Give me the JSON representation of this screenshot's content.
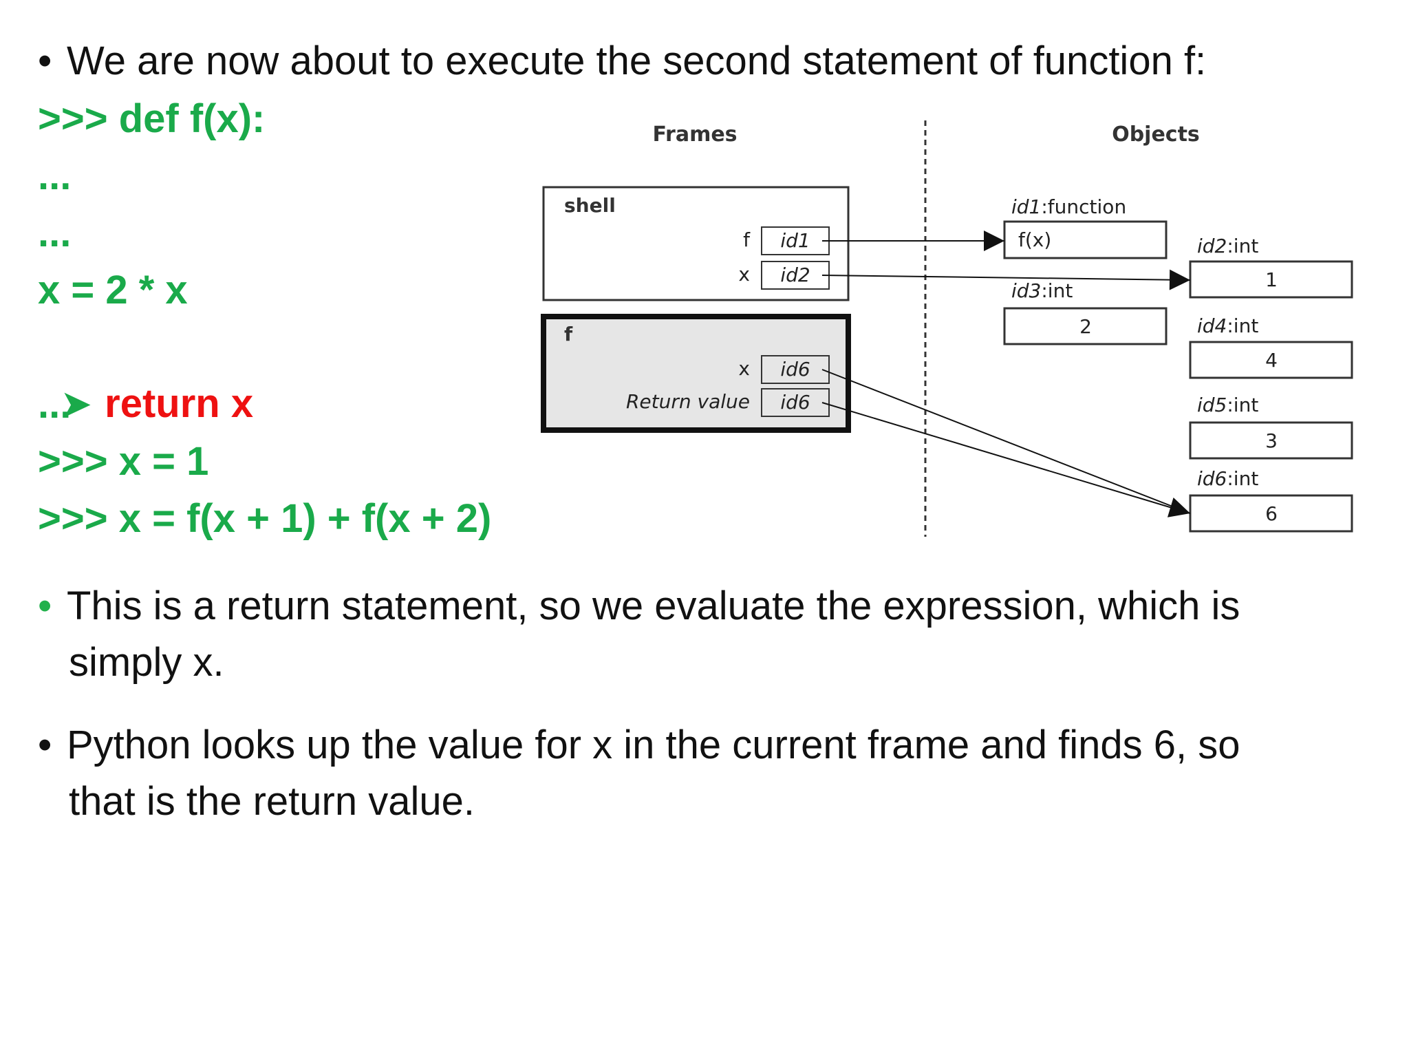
{
  "bullets": {
    "intro": "We are now about to execute the second statement of function f:",
    "return_stmt_1": "This is a return statement, so we evaluate the expression, which is",
    "return_stmt_2": "simply x.",
    "lookup_1": "Python looks up the value for x in the current frame and finds 6, so",
    "lookup_2": "that is the return value."
  },
  "bullet_glyph": "•",
  "code": {
    "line1": ">>> def f(x):",
    "line2": "...",
    "line3": "...",
    "line4": "x = 2 * x",
    "current_marker": "➤",
    "line5": "return x",
    "line6": "...",
    "line7": ">>> x = 1",
    "line8": ">>> x = f(x + 1) + f(x + 2)"
  },
  "colors": {
    "code_green": "#1aaa4a",
    "current_red": "#ee1111",
    "frame_gray": "#e6e6e6"
  },
  "diagram": {
    "frames_header": "Frames",
    "objects_header": "Objects",
    "shell": {
      "name": "shell",
      "vars": [
        {
          "name": "f",
          "ref": "id1"
        },
        {
          "name": "x",
          "ref": "id2"
        }
      ]
    },
    "f_frame": {
      "name": "f",
      "vars": [
        {
          "name": "x",
          "ref": "id6"
        },
        {
          "name": "Return value",
          "ref": "id6"
        }
      ]
    },
    "objects": [
      {
        "id": "id1",
        "type": ":function",
        "value": "f(x)"
      },
      {
        "id": "id2",
        "type": ":int",
        "value": "1"
      },
      {
        "id": "id3",
        "type": ":int",
        "value": "2"
      },
      {
        "id": "id4",
        "type": ":int",
        "value": "4"
      },
      {
        "id": "id5",
        "type": ":int",
        "value": "3"
      },
      {
        "id": "id6",
        "type": ":int",
        "value": "6"
      }
    ]
  }
}
